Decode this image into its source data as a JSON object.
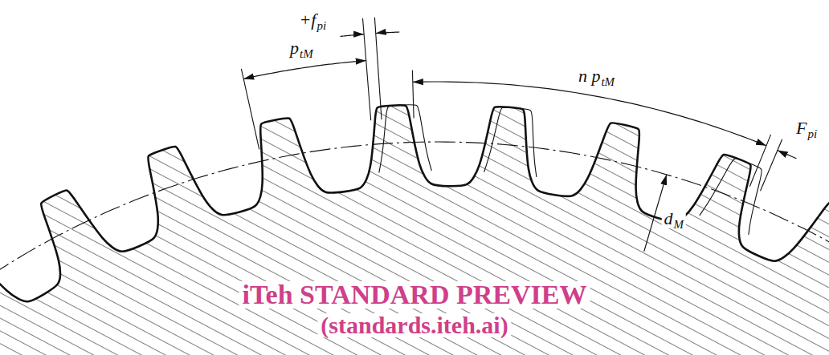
{
  "diagram": {
    "labels": [
      "+f",
      "pi",
      "p",
      "tM",
      "n p",
      "tM",
      "F",
      "pi",
      "d",
      "M",
      "iTeh STANDARD PREVIEW",
      "(standards.iteh.ai)"
    ]
  }
}
